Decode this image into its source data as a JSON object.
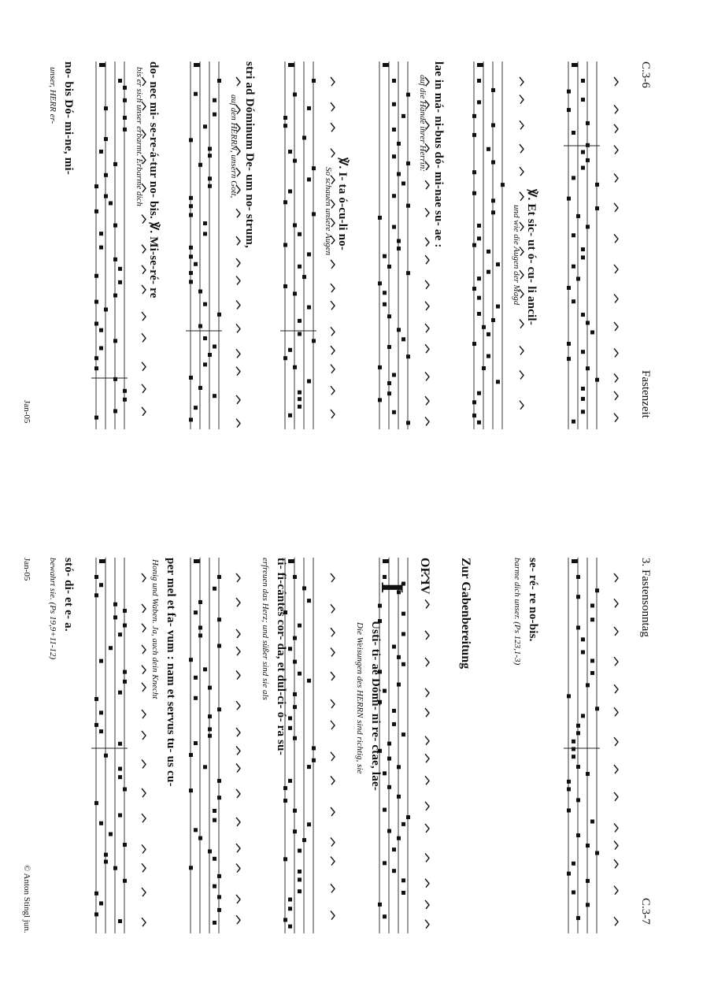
{
  "left_page": {
    "page_code": "C.3-6",
    "section": "Fastenzeit",
    "footer_date": "Jan-05",
    "lines": [
      {
        "latin": "℣. Et sic-   ut   ó-   cu- li      ancil-",
        "german": "und      wie           die Augen     der Magd"
      },
      {
        "latin": "lae   in má-   ni-bus      dó-      mi-nae su- ae :",
        "german": "auf    die Hände              ihrer Herrin:"
      },
      {
        "latin": "℣. I-        ta       ó-cu-li              no-",
        "german": "So               schauen          unsere Augen"
      },
      {
        "latin": "stri      ad Dóminum De-      um no-  strum,",
        "german": "auf den HERRN,    unsern Gott,"
      },
      {
        "latin": "do-  nec mi-   se-re-á-tur      no-  bis.        ℣. Mi-se-ré-   re",
        "german": "bis       er sich unser erbarmt.                          Erbarme dich"
      },
      {
        "latin": "no-     bis Dó- mi-ne,                                                  mi-",
        "german": "unser,        HERR                                                       er-"
      }
    ]
  },
  "right_page": {
    "page_title": "3. Fastensonntag",
    "page_code": "C.3-7",
    "footer_date": "Jan-05",
    "copyright": "© Anton Stingl jun.",
    "heading": "Zur Gabenbereitung",
    "offertory_mode": "OF. IV",
    "initial": "I",
    "lines": [
      {
        "latin": "se-  ré-  re  no-bis.",
        "german": "barme dich     unser. (Ps 123,1-3)"
      },
      {
        "latin": "Usti-  ti-   ae      Dómi-     ni     re-    ctae,  lae-",
        "german": "Die Weisungen              des HERRN          sind richtig,     sie"
      },
      {
        "latin": "ti-   fi-cántes   cor-   da,       et dul-ci-   ó-         ra    su-",
        "german": "erfreuen                das Herz;          und   süßer sind sie              als"
      },
      {
        "latin": "per mel   et  fa-          vum :  nam     et servus tu-   us  cu-",
        "german": "Honig  und      Waben.                 Ja,         auch  dein Knecht"
      },
      {
        "latin": "stó-     di-     et                    e-            a.",
        "german": "bewahrt                         sie. (Ps 19,9+11-12)"
      }
    ]
  }
}
